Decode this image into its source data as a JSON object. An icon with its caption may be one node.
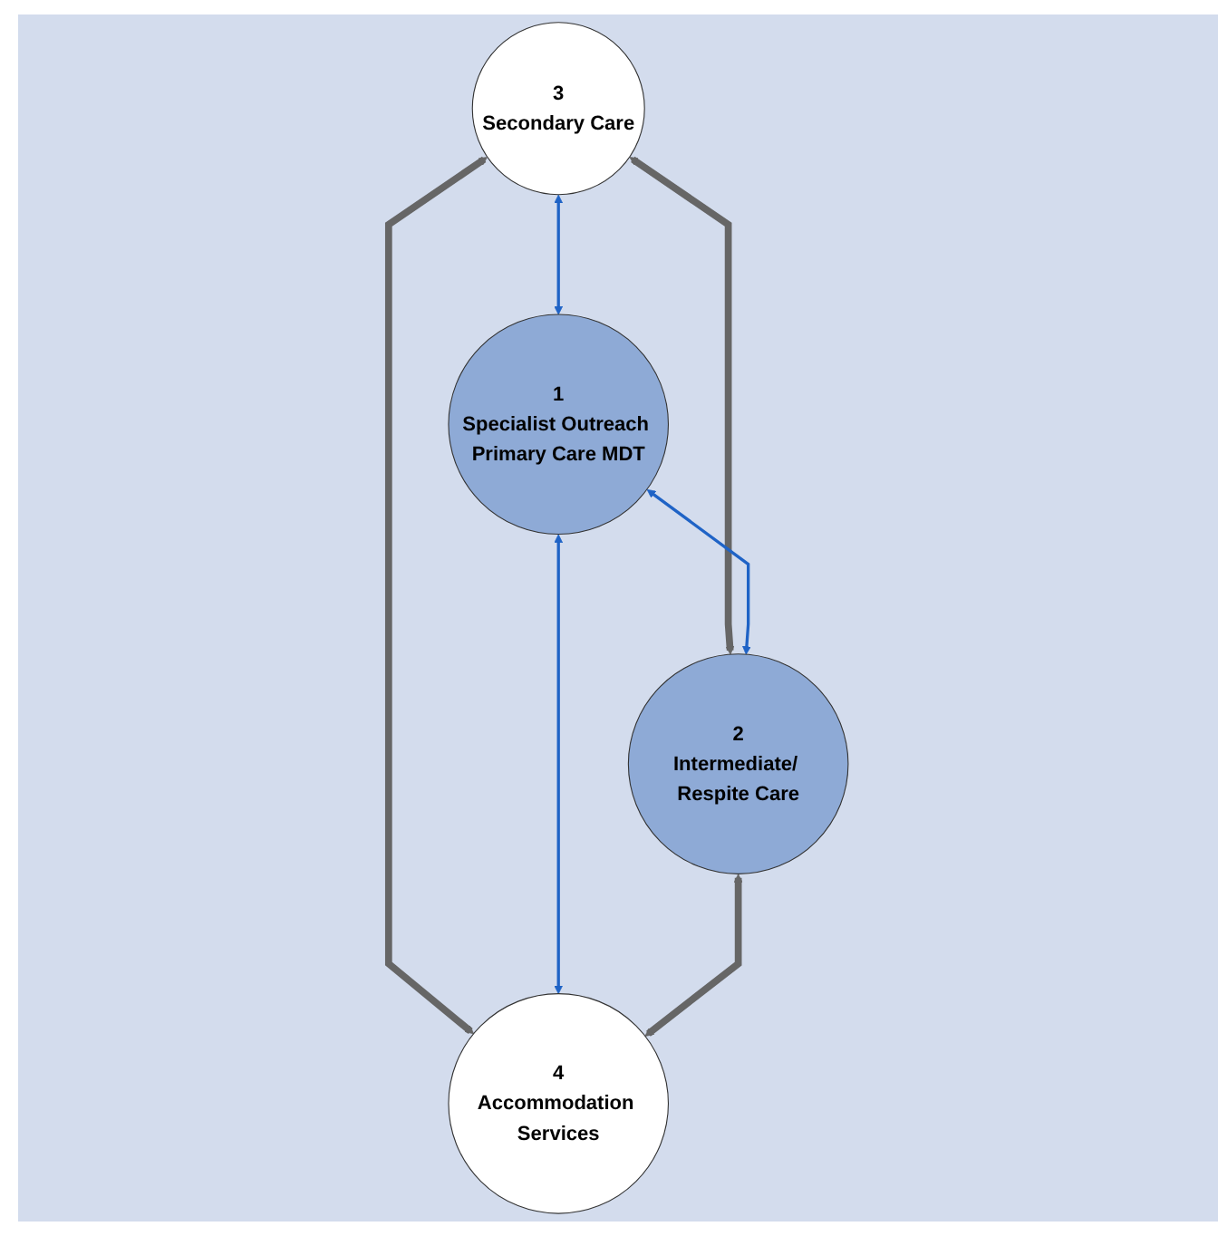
{
  "diagram": {
    "nodes": [
      {
        "text": [
          "3",
          "Secondary Care"
        ]
      },
      {
        "text": [
          "1",
          "Specialist Outreach Primary Care MDT"
        ]
      },
      {
        "text": [
          "2",
          "Intermediate/ Respite Care"
        ]
      },
      {
        "text": [
          "4",
          "Accommodation Services"
        ]
      }
    ],
    "edges": [
      {
        "from": 0,
        "to": 1,
        "arrow": "both",
        "color": "#1f63c6"
      },
      {
        "from": 0,
        "to": 2,
        "arrow": "both",
        "style": "thick",
        "color": "#666666"
      },
      {
        "from": 0,
        "to": 3,
        "arrow": "both",
        "style": "thick",
        "color": "#666666"
      },
      {
        "from": 1,
        "to": 2,
        "arrow": "both",
        "color": "#1f63c6"
      },
      {
        "from": 1,
        "to": 3,
        "arrow": "both",
        "color": "#1f63c6"
      },
      {
        "from": 2,
        "to": 3,
        "arrow": "both",
        "style": "thick",
        "color": "#666666"
      }
    ]
  }
}
